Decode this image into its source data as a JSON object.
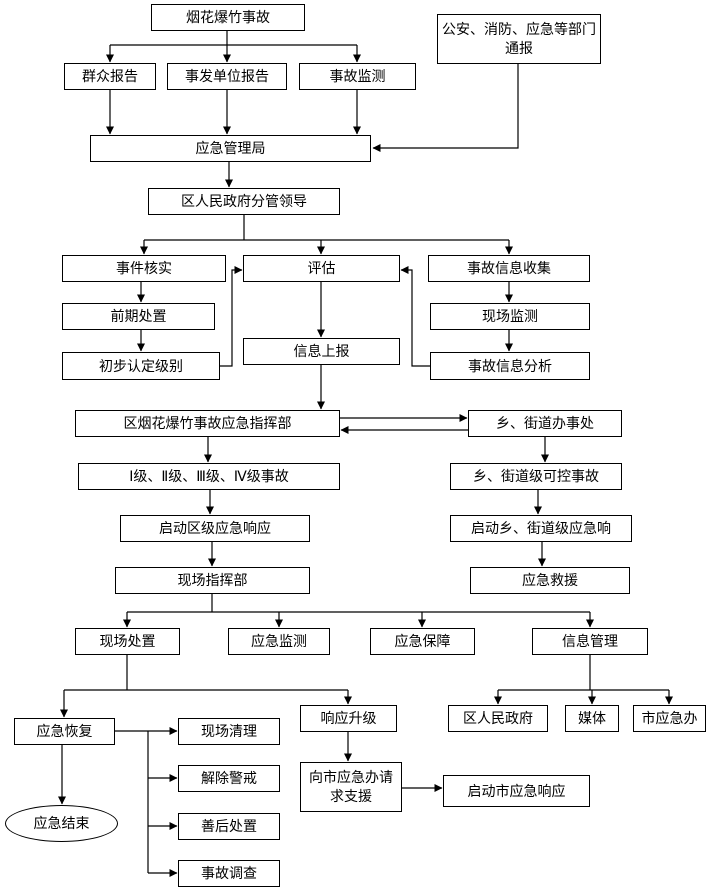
{
  "colors": {
    "line": "#000000",
    "box_border": "#000000",
    "background": "#ffffff"
  },
  "nodes": {
    "accident": "烟花爆竹事故",
    "notify": "公安、消防、应急等部门通报",
    "public_report": "群众报告",
    "unit_report": "事发单位报告",
    "monitoring": "事故监测",
    "bureau": "应急管理局",
    "leader": "区人民政府分管领导",
    "verify": "事件核实",
    "evaluate": "评估",
    "collect": "事故信息收集",
    "early": "前期处置",
    "site_monitor": "现场监测",
    "initial_level": "初步认定级别",
    "info_report": "信息上报",
    "analysis": "事故信息分析",
    "command": "区烟花爆竹事故应急指挥部",
    "township": "乡、街道办事处",
    "levels": "Ⅰ级、Ⅱ级、Ⅲ级、Ⅳ级事故",
    "township_accident": "乡、街道级可控事故",
    "district_response": "启动区级应急响应",
    "township_response": "启动乡、街道级应急响",
    "site_command": "现场指挥部",
    "rescue": "应急救援",
    "site_disposal": "现场处置",
    "emergency_monitor": "应急监测",
    "support": "应急保障",
    "info_mgmt": "信息管理",
    "recovery": "应急恢复",
    "cleanup": "现场清理",
    "escalation": "响应升级",
    "district_gov": "区人民政府",
    "media": "媒体",
    "city_office": "市应急办",
    "lift_alert": "解除警戒",
    "request_support": "向市应急办请求支援",
    "city_response": "启动市应急响应",
    "aftermath": "善后处置",
    "end": "应急结束",
    "investigation": "事故调查"
  }
}
